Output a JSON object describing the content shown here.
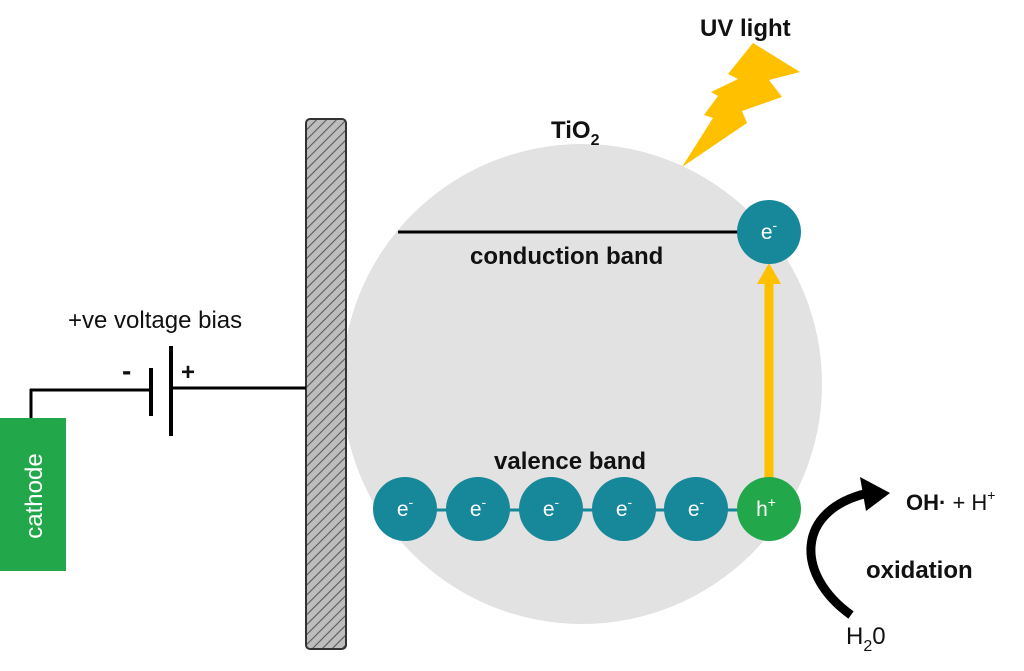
{
  "labels": {
    "uv_light": "UV light",
    "tio2_main": "TiO",
    "tio2_sub": "2",
    "conduction_band": "conduction band",
    "valence_band": "valence band",
    "voltage_bias": "+ve voltage bias",
    "minus": "-",
    "plus": "+",
    "cathode": "cathode",
    "product_oh": "OH·",
    "product_rest": " + H",
    "product_sup": "+",
    "oxidation": "oxidation",
    "water_h": "H",
    "water_sub": "2",
    "water_o": "0"
  },
  "particles": {
    "electron": "e",
    "electron_sup": "-",
    "hole": "h",
    "hole_sup": "+"
  },
  "colors": {
    "electron": "#17879a",
    "hole": "#22a84a",
    "cathode": "#22a84a",
    "uv_bolt": "#ffc000",
    "excitation_arrow": "#ffc000",
    "sphere": "#e2e2e2",
    "electrode": "#a6a6a6"
  }
}
